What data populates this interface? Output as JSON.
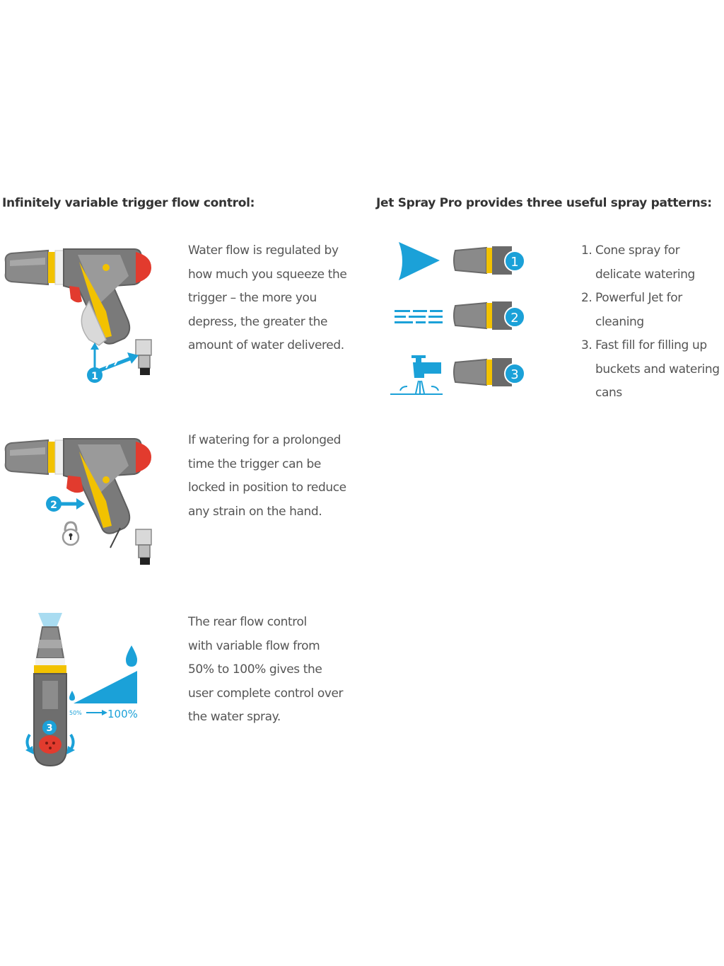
{
  "left": {
    "heading": "Infinitely variable trigger flow control:",
    "features": [
      {
        "lines": [
          "Water flow is regulated by",
          "how much you squeeze the",
          "trigger – the more you",
          "depress, the greater the",
          "amount of water delivered."
        ],
        "badge": "1",
        "icon": "trigger-squeeze"
      },
      {
        "lines": [
          "If watering for a prolonged",
          "time the trigger can be",
          "locked in position to reduce",
          "any strain on the hand."
        ],
        "badge": "2",
        "icon": "trigger-lock"
      },
      {
        "lines": [
          "The rear flow control",
          "with variable flow from",
          "50% to 100% gives the",
          "user complete control over",
          "the water spray."
        ],
        "badge": "3",
        "icon": "rear-flow-control",
        "flow_min_label": "50%",
        "flow_max_label": "100%"
      }
    ]
  },
  "right": {
    "heading": "Jet Spray Pro provides three useful spray patterns:",
    "patterns": [
      {
        "badge": "1",
        "icon": "cone-spray-icon"
      },
      {
        "badge": "2",
        "icon": "jet-spray-icon"
      },
      {
        "badge": "3",
        "icon": "tap-fill-icon"
      }
    ],
    "list": [
      {
        "num": "1.",
        "lines": [
          "Cone spray for",
          "delicate watering"
        ]
      },
      {
        "num": "2.",
        "lines": [
          "Powerful Jet for",
          "cleaning"
        ]
      },
      {
        "num": "3.",
        "lines": [
          "Fast fill for filling up",
          "buckets and watering",
          "cans"
        ]
      }
    ]
  },
  "colors": {
    "blue": "#1ba1d8",
    "grey_dark": "#6a6a6a",
    "grey_light": "#b8b8b8",
    "yellow": "#f2c200",
    "red": "#e23b2e"
  }
}
